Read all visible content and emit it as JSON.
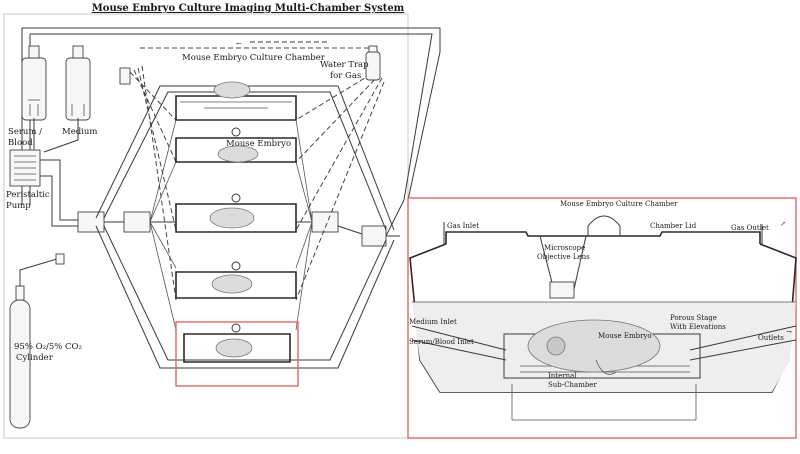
{
  "title": "Mouse Embryo Culture Imaging Multi-Chamber System",
  "left": {
    "chamber_label": "Mouse Embryo Culture Chamber",
    "water_trap_line1": "Water Trap",
    "water_trap_line2": "for Gas",
    "serum_line1": "Serum /",
    "serum_line2": "Blood",
    "medium": "Medium",
    "embryo": "Mouse Embryo",
    "pump_line1": "Peristaltic",
    "pump_line2": "Pump",
    "cylinder_line1": "95% O₂/5% CO₂",
    "cylinder_line2": "Cylinder"
  },
  "detail": {
    "chamber": "Mouse Embryo Culture Chamber",
    "gas_inlet": "Gas Inlet",
    "chamber_lid": "Chamber Lid",
    "gas_outlet": "Gas Outlet",
    "lens_line1": "Microscope",
    "lens_line2": "Objective Lens",
    "medium_inlet": "Medium Inlet",
    "serum_inlet": "Serum/Blood Inlet",
    "embryo": "Mouse Embryo",
    "stage_line1": "Porous Stage",
    "stage_line2": "With Elevations",
    "outlets": "Outlets",
    "sub_line1": "Internal",
    "sub_line2": "Sub-Chamber"
  },
  "colors": {
    "highlight": "#e06666",
    "ink": "#3a3a3a"
  }
}
